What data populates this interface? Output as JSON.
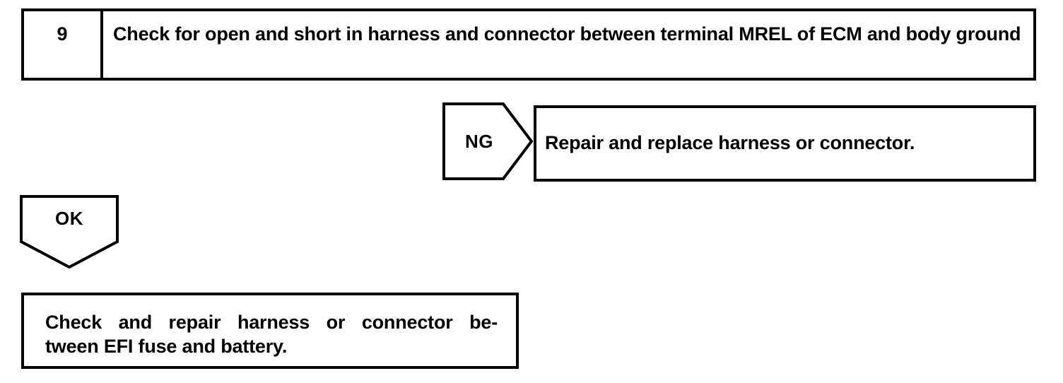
{
  "diagram": {
    "type": "troubleshooting-flowchart",
    "colors": {
      "stroke": "#000000",
      "background": "#ffffff",
      "text": "#000000"
    },
    "step": {
      "number": "9",
      "instruction": "Check for open and short in harness and connector between terminal MREL of ECM and body ground"
    },
    "branches": [
      {
        "result_label": "NG",
        "direction": "right",
        "outcome": "Repair and replace harness or connector."
      },
      {
        "result_label": "OK",
        "direction": "down",
        "outcome_line_1": "Check and repair harness or connector be-",
        "outcome_line_2": "tween EFI fuse and battery."
      }
    ]
  }
}
